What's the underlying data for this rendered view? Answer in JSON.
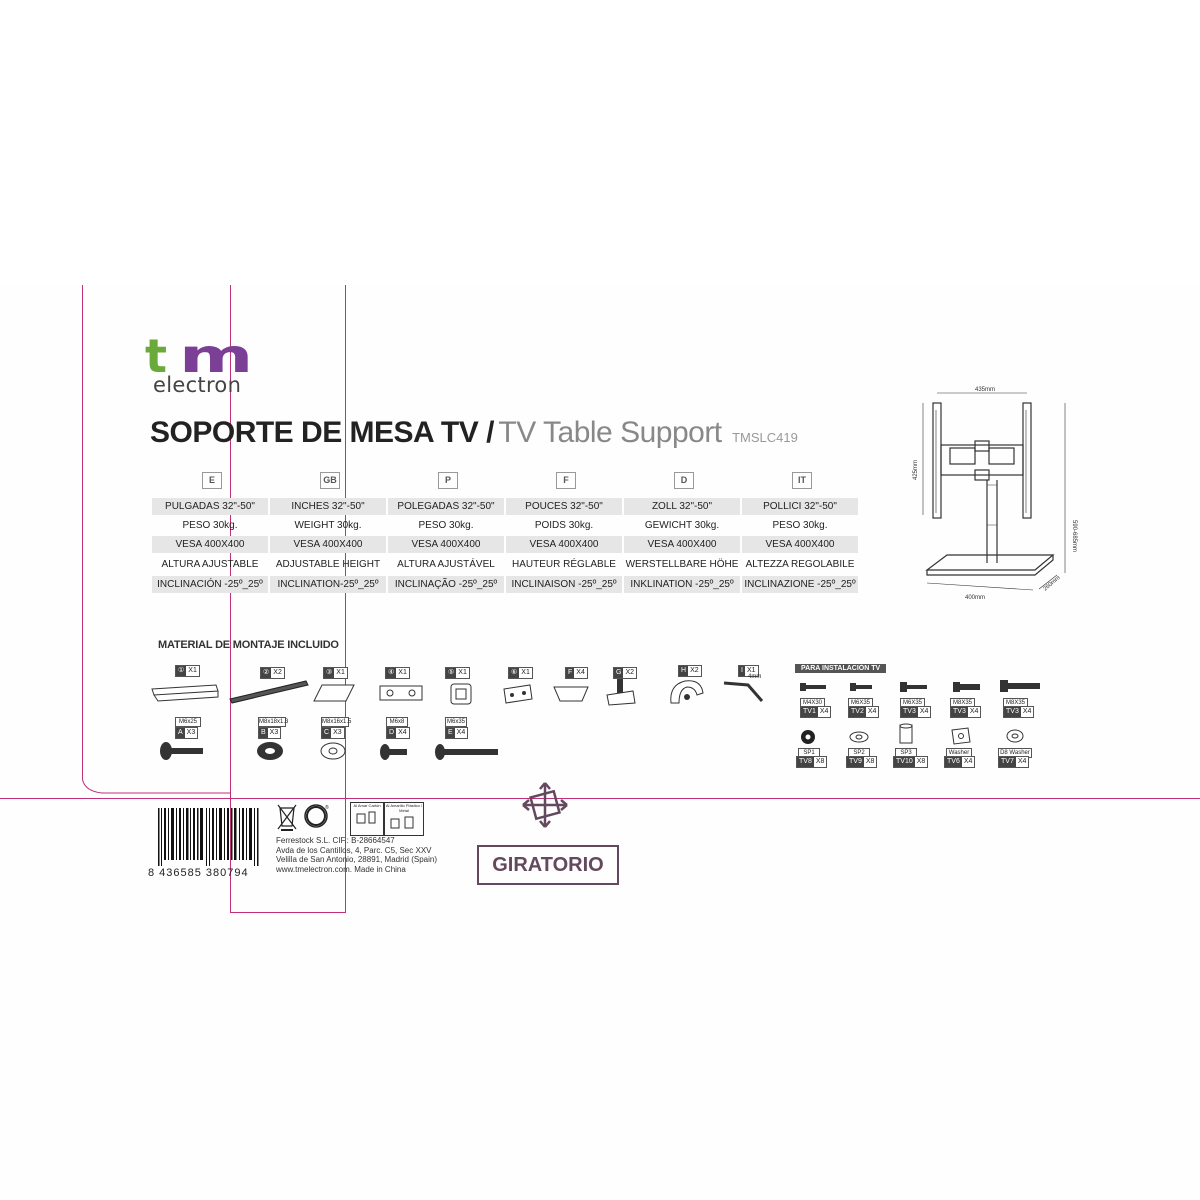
{
  "brand": {
    "logo_letters": [
      "t",
      "m"
    ],
    "logo_sub": "electron",
    "colors": {
      "t": "#6ba93a",
      "m": "#7c3f96",
      "o": "#e63a8e"
    }
  },
  "title": {
    "main": "SOPORTE DE MESA TV /",
    "sub": "TV Table Support",
    "model": "TMSLC419"
  },
  "specs": [
    {
      "code": "E",
      "rows": [
        "PULGADAS 32\"-50\"",
        "PESO 30kg.",
        "VESA 400X400",
        "ALTURA AJUSTABLE",
        "INCLINACIÓN -25º_25º"
      ]
    },
    {
      "code": "GB",
      "rows": [
        "INCHES 32\"-50\"",
        "WEIGHT 30kg.",
        "VESA 400X400",
        "ADJUSTABLE HEIGHT",
        "INCLINATION-25º_25º"
      ]
    },
    {
      "code": "P",
      "rows": [
        "POLEGADAS 32\"-50\"",
        "PESO 30kg.",
        "VESA 400X400",
        "ALTURA AJUSTÁVEL",
        "INCLINAÇÃO -25º_25º"
      ]
    },
    {
      "code": "F",
      "rows": [
        "POUCES 32\"-50\"",
        "POIDS 30kg.",
        "VESA 400X400",
        "HAUTEUR RÉGLABLE",
        "INCLINAISON -25º_25º"
      ]
    },
    {
      "code": "D",
      "rows": [
        "ZOLL 32\"-50\"",
        "GEWICHT 30kg.",
        "VESA 400X400",
        "WERSTELLBARE HÖHE",
        "INKLINATION -25º_25º"
      ]
    },
    {
      "code": "IT",
      "rows": [
        "POLLICI 32\"-50\"",
        "PESO 30kg.",
        "VESA 400X400",
        "ALTEZZA REGOLABILE",
        "INCLINAZIONE -25º_25º"
      ]
    }
  ],
  "diagram": {
    "top": "435mm",
    "left": "425mm",
    "right": "590-685mm",
    "base_w": "400mm",
    "base_d": "260mm"
  },
  "mounting": {
    "label": "MATERIAL DE MONTAJE INCLUIDO",
    "parts_row1": [
      {
        "k": "①",
        "q": "X1"
      },
      {
        "k": "②",
        "q": "X2"
      },
      {
        "k": "③",
        "q": "X1"
      },
      {
        "k": "④",
        "q": "X1"
      },
      {
        "k": "⑤",
        "q": "X1"
      },
      {
        "k": "⑥",
        "q": "X1"
      },
      {
        "k": "F",
        "q": "X4"
      },
      {
        "k": "G",
        "q": "X2"
      },
      {
        "k": "H",
        "q": "X2"
      },
      {
        "k": "I",
        "q": "X1"
      }
    ],
    "allen_size": "4mm",
    "screws": [
      {
        "size": "M6x25",
        "k": "A",
        "q": "X3"
      },
      {
        "size": "M8x18x1.3",
        "k": "B",
        "q": "X3"
      },
      {
        "size": "M8x16x1.5",
        "k": "C",
        "q": "X3"
      },
      {
        "size": "M6x8",
        "k": "D",
        "q": "X4"
      },
      {
        "size": "M6x35",
        "k": "E",
        "q": "X4"
      }
    ]
  },
  "tv_install": {
    "label": "PARA INSTALACIÓN TV",
    "screws": [
      {
        "size": "M4X30",
        "k": "TV1",
        "q": "X4"
      },
      {
        "size": "M6X35",
        "k": "TV2",
        "q": "X4"
      },
      {
        "size": "M6X35",
        "k": "TV3",
        "q": "X4"
      },
      {
        "size": "M8X35",
        "k": "TV3",
        "q": "X4"
      },
      {
        "size": "M8X35",
        "k": "TV3",
        "q": "X4"
      }
    ],
    "spacers": [
      {
        "size": "SP1",
        "k": "TV8",
        "q": "X8"
      },
      {
        "size": "SP2",
        "k": "TV9",
        "q": "X8"
      },
      {
        "size": "SP3",
        "k": "TV10",
        "q": "X8"
      },
      {
        "size": "Washer",
        "k": "TV6",
        "q": "X4"
      },
      {
        "size": "D8 Washer",
        "k": "TV7",
        "q": "X4"
      }
    ]
  },
  "footer": {
    "ean": "8  436585  380794",
    "company_lines": [
      "Ferrestock S.L. CIF.: B-28664547",
      "Avda de los Cantillos, 4, Parc. C5, Sec XXV",
      "Velilla de San Antonio, 28891, Madrid (Spain)",
      "www.tmelectron.com. Made in China"
    ],
    "recycle_text": [
      "Al Amar Cartón",
      "Al Amarillo Plástico / Metal"
    ],
    "badge": "GIRATORIO"
  }
}
